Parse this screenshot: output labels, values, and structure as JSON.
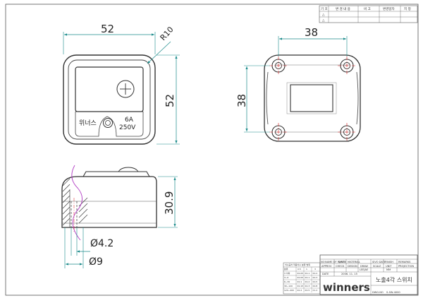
{
  "dimensions": {
    "front_width": "52",
    "front_height": "52",
    "radius": "R10",
    "back_width": "38",
    "back_height": "38",
    "side_height": "30.9",
    "hole_dia": "Ø4.2",
    "outer_dia": "Ø9"
  },
  "switch_label": {
    "brand": "위너스",
    "rating_current": "6A",
    "rating_voltage": "250V"
  },
  "revision_table": {
    "headers": [
      "기 호",
      "변 경 내 용",
      "비 고",
      "변경일자",
      "지 정"
    ],
    "rows": [
      "△",
      "△"
    ]
  },
  "title_block": {
    "row1": [
      "NO",
      "NAME OF PARTS",
      "Q'NTY",
      "MATERIAL",
      "SIVO DATE",
      "FINISH",
      "REMARKS"
    ],
    "row2": [
      "APPROV",
      "CHECK",
      "DESIGN",
      "DRAW",
      "SCALE",
      "UNIT",
      "PROJECTION"
    ],
    "draw_name": "LEEJAE",
    "unit_value": "MM",
    "date_label": "DATE",
    "date_value": "2006. 11. 15",
    "logo": "winners",
    "title": "노출4각 스위치",
    "dwg_label": "DWG.NO",
    "dwg_value": "S-SW-4000"
  },
  "legend_table": {
    "title": "치수공차 적용치수 분류 범위",
    "rows": [
      [
        "분류",
        "0.5",
        "1",
        "3"
      ],
      [
        "3 이하",
        "±0.05",
        "±0.1",
        "±0.2"
      ],
      [
        "3~6",
        "±0.05",
        "±0.1",
        "±0.3"
      ],
      [
        "6~30",
        "±0.1",
        "±0.2",
        "±0.5"
      ],
      [
        "30~120",
        "±0.15",
        "±0.3",
        "±0.8"
      ],
      [
        "120~400",
        "±0.2",
        "±0.5",
        "±1.2"
      ]
    ]
  }
}
